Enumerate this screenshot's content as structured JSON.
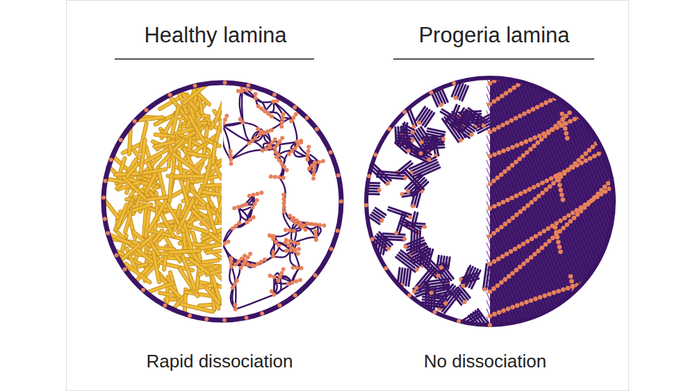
{
  "diagram": {
    "labels": [
      "Healthy lamina",
      "Progeria lamina",
      "Rapid dissociation",
      "No dissociation"
    ]
  }
}
